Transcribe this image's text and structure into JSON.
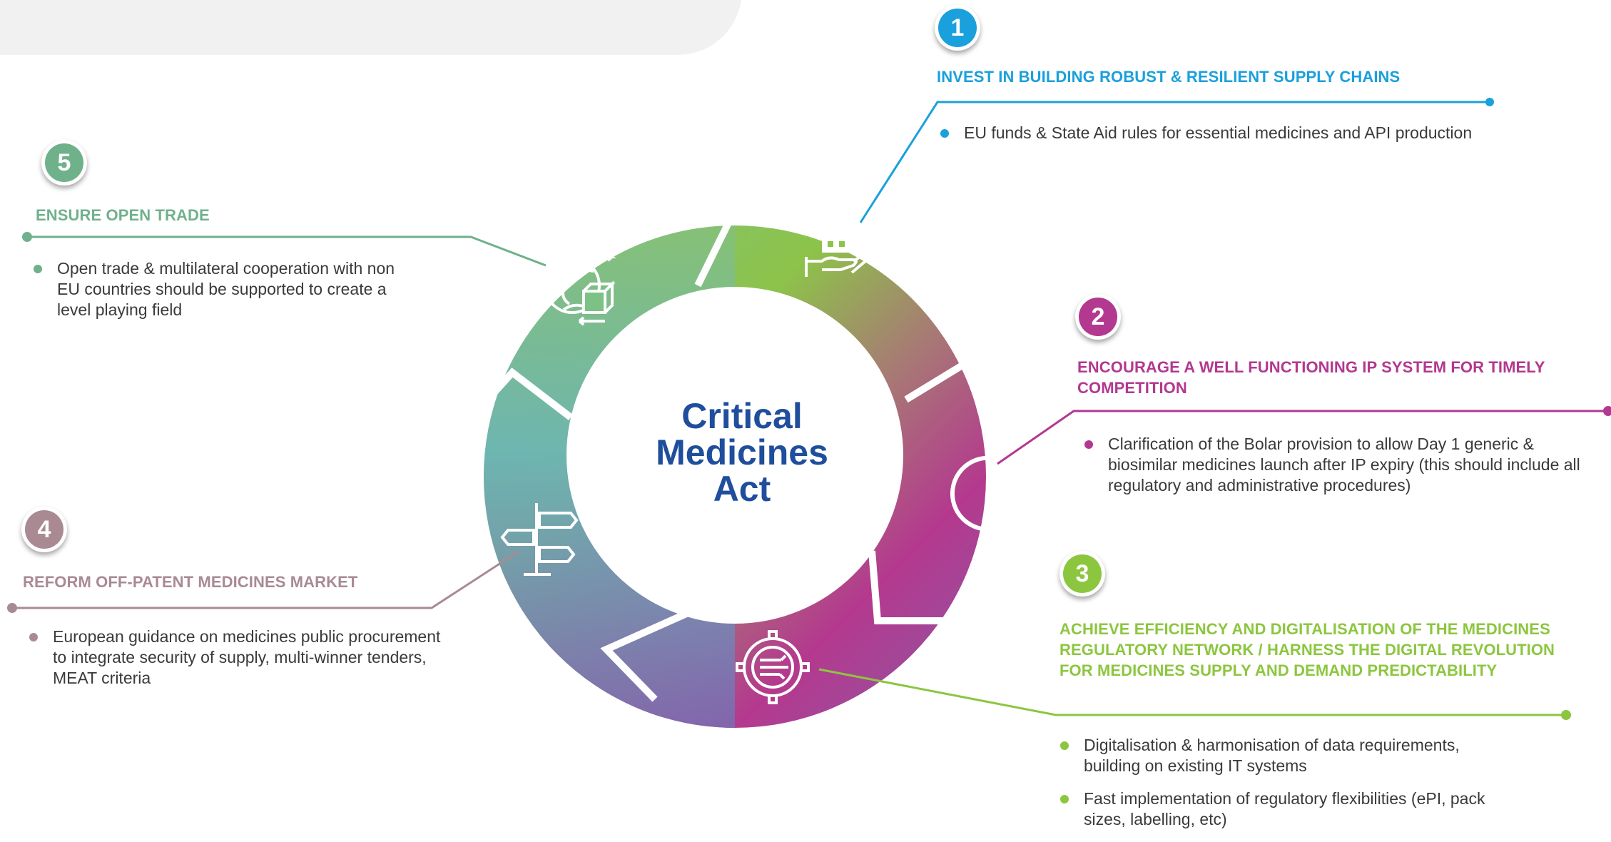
{
  "center": {
    "title": [
      "Critical",
      "Medicines",
      "Act"
    ]
  },
  "colors": {
    "item1": "#1aa0dc",
    "item2": "#b3388f",
    "item3": "#8cc63f",
    "item4": "#a98a93",
    "item5": "#6fb18b",
    "center_text": "#1f4e9c"
  },
  "items": [
    {
      "number": "1",
      "heading": "INVEST IN BUILDING ROBUST & RESILIENT SUPPLY CHAINS",
      "icon": "factory-hand-icon",
      "bullets": [
        "EU funds & State Aid rules for essential medicines and API production"
      ]
    },
    {
      "number": "2",
      "heading": "ENCOURAGE A WELL FUNCTIONING IP SYSTEM FOR TIMELY COMPETITION",
      "icon": "clock-icon",
      "bullets": [
        "Clarification of the Bolar provision to allow Day 1 generic & biosimilar medicines launch after IP expiry (this should include all regulatory and administrative procedures)"
      ]
    },
    {
      "number": "3",
      "heading": "ACHIEVE EFFICIENCY AND DIGITALISATION OF THE MEDICINES REGULATORY NETWORK / HARNESS THE DIGITAL REVOLUTION FOR MEDICINES SUPPLY AND DEMAND PREDICTABILITY",
      "icon": "digital-gear-icon",
      "bullets": [
        "Digitalisation & harmonisation of data requirements, building on existing IT systems",
        "Fast implementation of regulatory flexibilities (ePI, pack sizes, labelling, etc)"
      ]
    },
    {
      "number": "4",
      "heading": "REFORM OFF-PATENT MEDICINES MARKET",
      "icon": "signpost-icon",
      "bullets": [
        "European guidance on medicines public procurement to integrate security of supply, multi-winner tenders, MEAT criteria"
      ]
    },
    {
      "number": "5",
      "heading": "ENSURE OPEN TRADE",
      "icon": "globe-trade-icon",
      "bullets": [
        "Open trade & multilateral cooperation with non EU countries should be supported to create a level playing field"
      ]
    }
  ]
}
